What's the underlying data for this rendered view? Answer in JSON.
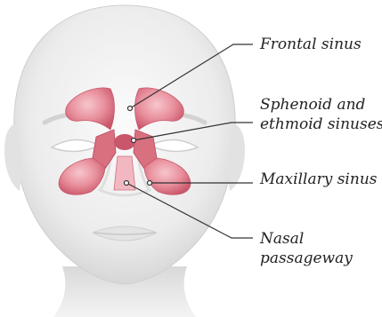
{
  "labels": {
    "frontal": "Frontal sinus",
    "sphenoid_line1": "Sphenoid and",
    "sphenoid_line2": "ethmoid sinuses",
    "maxillary": "Maxillary sinus",
    "nasal_line1": "Nasal",
    "nasal_line2": "passageway"
  },
  "colors": {
    "background": "#ffffff",
    "face_light": "#f6f6f6",
    "face_shadow": "#d6d6d6",
    "sinus_fill": "#e88f9c",
    "sinus_dark": "#c9566a",
    "sinus_light": "#f6c2c9",
    "leader_line": "#333333",
    "label_text": "#222222"
  }
}
